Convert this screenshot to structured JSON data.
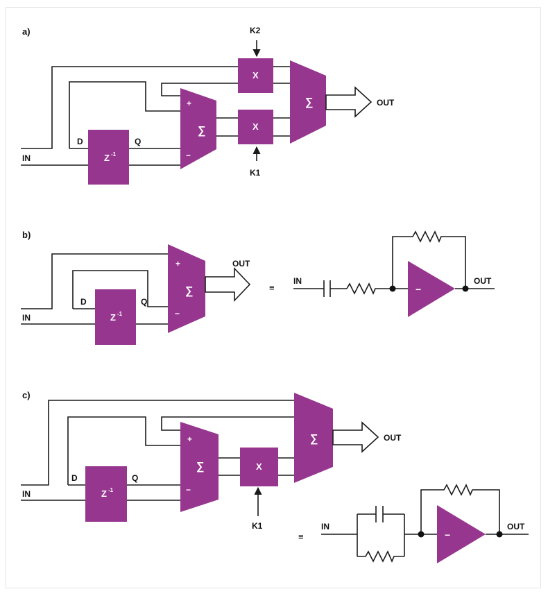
{
  "colors": {
    "block": "#96368f",
    "wire": "#1a1a1a",
    "block_text": "#ffffff",
    "background": "#ffffff"
  },
  "panels": {
    "a": {
      "label": "a)",
      "in": "IN",
      "out": "OUT",
      "d": "D",
      "q": "Q",
      "delay": "Z",
      "delay_exp": "-1",
      "k1": "K1",
      "k2": "K2",
      "mult": "X",
      "sum": "∑",
      "plus": "+",
      "minus": "−"
    },
    "b": {
      "label": "b)",
      "in": "IN",
      "out": "OUT",
      "d": "D",
      "q": "Q",
      "delay": "Z",
      "delay_exp": "-1",
      "sum": "∑",
      "plus": "+",
      "minus": "−",
      "equiv": "≡",
      "circuit": {
        "in": "IN",
        "out": "OUT",
        "opamp_sign": "−"
      }
    },
    "c": {
      "label": "c)",
      "in": "IN",
      "out": "OUT",
      "d": "D",
      "q": "Q",
      "delay": "Z",
      "delay_exp": "-1",
      "k1": "K1",
      "mult": "X",
      "sum": "∑",
      "plus": "+",
      "minus": "−",
      "equiv": "≡",
      "circuit": {
        "in": "IN",
        "out": "OUT",
        "opamp_sign": "−"
      }
    }
  }
}
